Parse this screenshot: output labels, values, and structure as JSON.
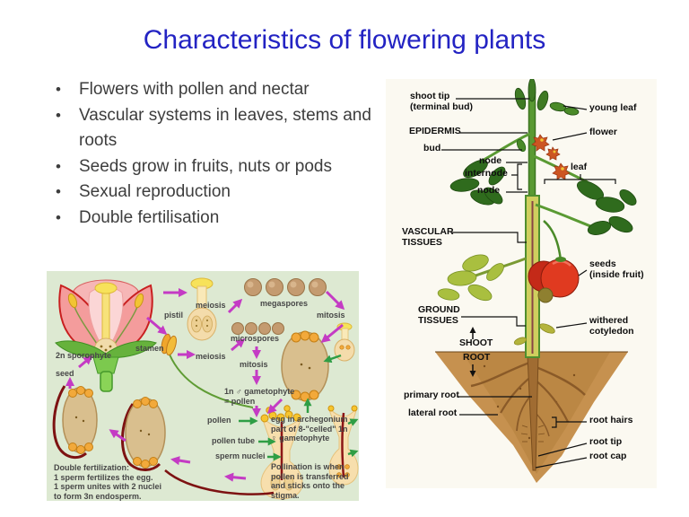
{
  "slide": {
    "title": "Characteristics of flowering plants",
    "bullets": [
      "Flowers with pollen and nectar",
      "Vascular systems in leaves, stems and roots",
      "Seeds grow in fruits, nuts or pods",
      "Sexual reproduction",
      "Double fertilisation"
    ]
  },
  "lifecycle": {
    "pistil": "pistil",
    "stamen": "stamen",
    "sporophyte": "2n sporophyte",
    "seed": "seed",
    "meiosis_top": "meiosis",
    "meiosis_bottom": "meiosis",
    "megaspores": "megaspores",
    "microspores": "microspores",
    "mitosis_right": "mitosis",
    "mitosis_center": "mitosis",
    "male_gametophyte": "1n ♂ gametophyte\n= pollen",
    "pollen": "pollen",
    "pollen_tube": "pollen tube",
    "sperm_nuclei": "sperm nuclei",
    "egg_note": "egg in archegonium\npart of 8-\"celled\" 1n\n♀ gametophyte",
    "pollination_note": "Pollination is when\npollen is transferred\nand sticks onto the\nstigma.",
    "double_fertilization_note": "Double fertilization:\n1 sperm fertilizes the egg.\n1 sperm unites with 2 nuclei\nto form 3n endosperm.",
    "colors": {
      "arrow_magenta": "#c43bc4",
      "arrow_green": "#2f9e45",
      "background": "#dde9d2"
    }
  },
  "anatomy": {
    "shoot_tip": "shoot tip\n(terminal bud)",
    "epidermis": "EPIDERMIS",
    "bud": "bud",
    "node_upper": "node",
    "internode": "internode",
    "node_lower": "node",
    "vascular_tissues": "VASCULAR\nTISSUES",
    "ground_tissues": "GROUND\nTISSUES",
    "shoot": "SHOOT",
    "root": "ROOT",
    "primary_root": "primary root",
    "lateral_root": "lateral root",
    "young_leaf": "young leaf",
    "flower": "flower",
    "leaf": "leaf",
    "seeds": "seeds\n(inside fruit)",
    "withered_cotyledon": "withered\ncotyledon",
    "root_hairs": "root hairs",
    "root_tip": "root tip",
    "root_cap": "root cap",
    "colors": {
      "fruit_red": "#e03a20",
      "stem_green": "#5a9a33",
      "soil_brown": "#c6914f"
    }
  }
}
